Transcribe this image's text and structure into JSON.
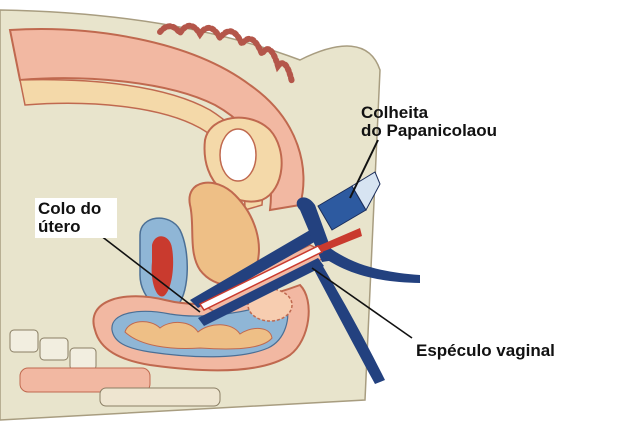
{
  "labels": {
    "colheita_line1": "Colheita",
    "colheita_line2": "do Papanicolaou",
    "colo_line1": "Colo do",
    "colo_line2": "útero",
    "especulo": "Espéculo vaginal"
  },
  "colors": {
    "skin": "#e8e4cc",
    "flesh_pink": "#f2b8a2",
    "flesh_outline": "#c0694f",
    "hair": "#b4564a",
    "organ_cream": "#f4d9a9",
    "organ_orange": "#eebf86",
    "mucosa_blue": "#8fb6d6",
    "speculum_navy": "#23417f",
    "spatula_red": "#c93a2e",
    "bone": "#f2eee0",
    "leader_line": "#111111"
  }
}
